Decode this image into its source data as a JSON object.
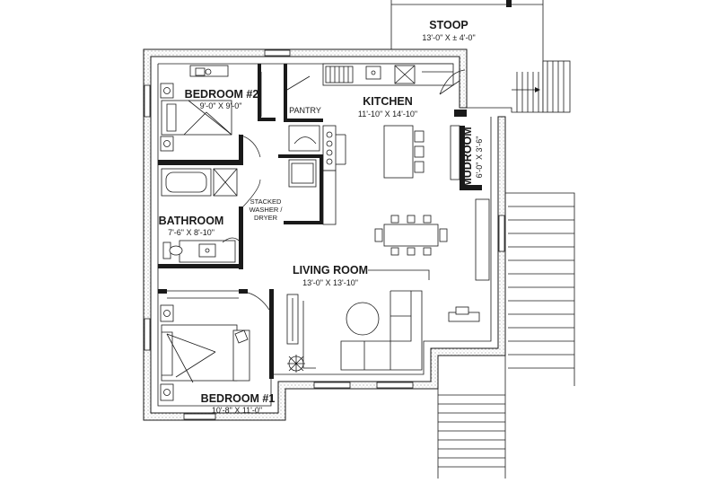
{
  "rooms": {
    "stoop": {
      "name": "STOOP",
      "dim": "13'-0\" X ± 4'-0\""
    },
    "bedroom2": {
      "name": "BEDROOM #2",
      "dim": "9'-0\" X 9'-0\""
    },
    "kitchen": {
      "name": "KITCHEN",
      "dim": "11'-10\" X 14'-10\""
    },
    "pantry": {
      "name": "PANTRY"
    },
    "mudroom": {
      "name": "MUDROOM",
      "dim": "6'-0\" X 3'-6\""
    },
    "bathroom": {
      "name": "BATHROOM",
      "dim": "7'-6\" X 8'-10\""
    },
    "laundry": {
      "line1": "STACKED",
      "line2": "WASHER /",
      "line3": "DRYER"
    },
    "living": {
      "name": "LIVING ROOM",
      "dim": "13'-0\" X 13'-10\""
    },
    "bedroom1": {
      "name": "BEDROOM #1",
      "dim": "10'-8\" X 11'-0\""
    }
  },
  "colors": {
    "ink": "#1a1a1a",
    "paper": "#ffffff"
  }
}
